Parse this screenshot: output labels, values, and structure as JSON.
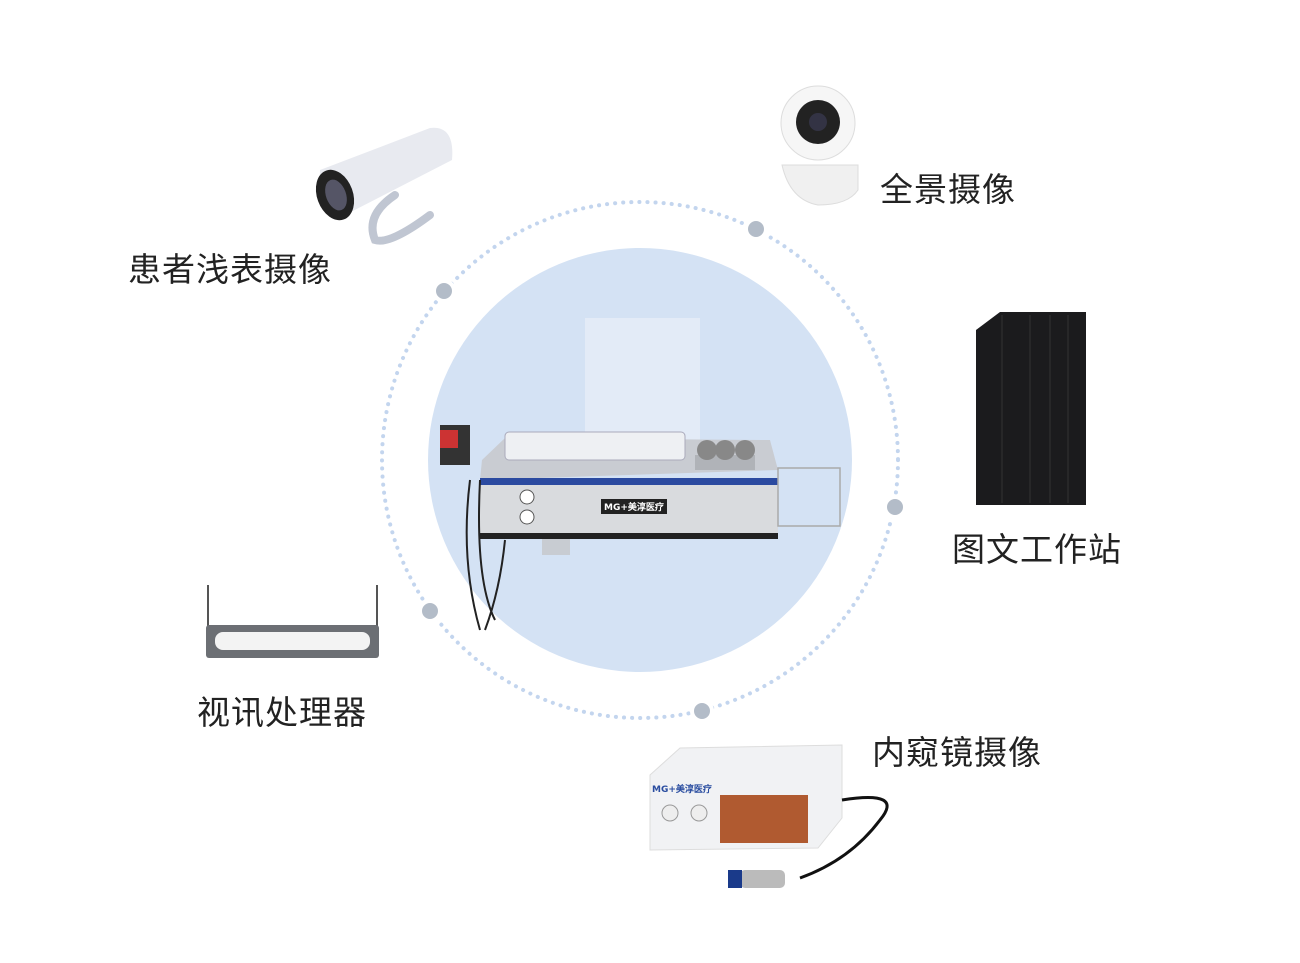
{
  "center": {
    "name": "central-workstation",
    "logo": "MG+美淳医疗"
  },
  "devices": [
    {
      "label": "患者浅表摄像",
      "icon": "surface-camera"
    },
    {
      "label": "全景摄像",
      "icon": "panoramic-camera"
    },
    {
      "label": "图文工作站",
      "icon": "tower-pc"
    },
    {
      "label": "视讯处理器",
      "icon": "video-processor"
    },
    {
      "label": "内窥镜摄像",
      "icon": "endoscope-camera"
    }
  ],
  "endoscope_logo": "MG+美淳医疗",
  "colors": {
    "ring": "#c9d9ef",
    "disc": "#d4e2f4",
    "node": "#b3bcc8",
    "text": "#222222"
  }
}
